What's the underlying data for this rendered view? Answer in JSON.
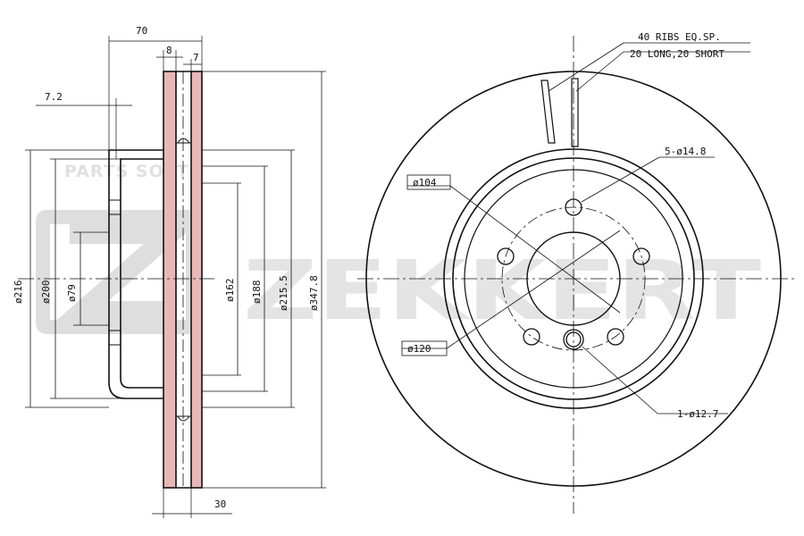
{
  "side_view": {
    "dims": {
      "d70": "70",
      "d8": "8",
      "d7": "7",
      "d7_2": "7.2",
      "d30": "30",
      "phi216": "ø216",
      "phi200": "ø200",
      "phi79": "ø79",
      "phi162": "ø162",
      "phi188": "ø188",
      "phi215_5": "ø215.5",
      "phi347_8": "ø347.8"
    }
  },
  "front_view": {
    "labels": {
      "ribs_line1": "40 RIBS EQ.SP.",
      "ribs_line2": "20 LONG,20 SHORT",
      "holes": "5-ø14.8",
      "phi104": "ø104",
      "phi120": "ø120",
      "pin_hole": "1-ø12.7"
    }
  },
  "watermark": {
    "brand": "ZEKKERT",
    "source": "PARTS SOFT"
  }
}
